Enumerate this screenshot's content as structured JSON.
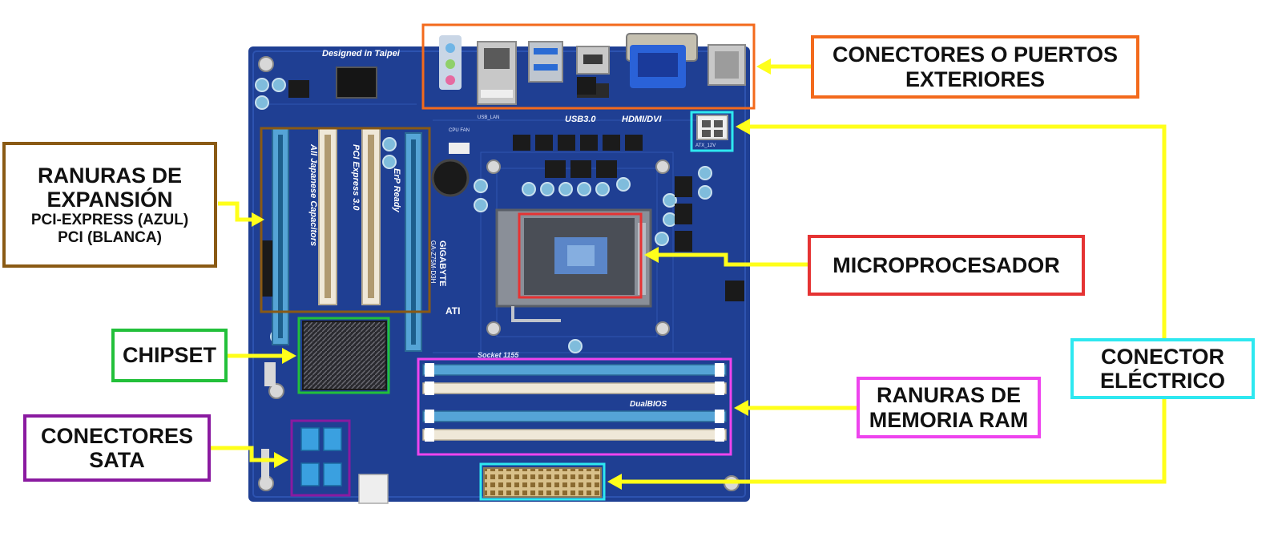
{
  "image": {
    "subject": "motherboard",
    "board_printed_text": {
      "designed_in": "Designed in Taipei",
      "usb3": "USB3.0",
      "hdmi_dvi": "HDMI/DVI",
      "slot_text_1": "All Japanese Capacitors",
      "slot_text_2": "PCI Express 3.0",
      "slot_text_3": "ErP Ready",
      "brand": "GIGABYTE",
      "model": "GA-Z75M-D3H",
      "socket": "Socket 1155",
      "dualbios": "DualBIOS",
      "ati": "ATI",
      "atx_12v": "ATX_12V",
      "cpu_fan": "CPU FAN",
      "usb_lan": "USB_LAN"
    }
  },
  "labels": {
    "ports": {
      "lines": [
        "CONECTORES O PUERTOS",
        "EXTERIORES"
      ],
      "color": "#f36a1c"
    },
    "slots": {
      "lines": [
        "RANURAS DE",
        "EXPANSIÓN"
      ],
      "sublines": [
        "PCI-EXPRESS (AZUL)",
        "PCI (BLANCA)"
      ],
      "color": "#8a5a14"
    },
    "cpu": {
      "lines": [
        "MICROPROCESADOR"
      ],
      "color": "#e53333"
    },
    "chipset": {
      "lines": [
        "CHIPSET"
      ],
      "color": "#22c03a"
    },
    "power": {
      "lines": [
        "CONECTOR",
        "ELÉCTRICO"
      ],
      "color": "#2ee8f0"
    },
    "ram": {
      "lines": [
        "RANURAS DE",
        "MEMORIA RAM"
      ],
      "color": "#ee44ee"
    },
    "sata": {
      "lines": [
        "CONECTORES",
        "SATA"
      ],
      "color": "#8a1aa0"
    }
  },
  "arrow_color": "#ffff1a",
  "board_color": "#1f3f93"
}
